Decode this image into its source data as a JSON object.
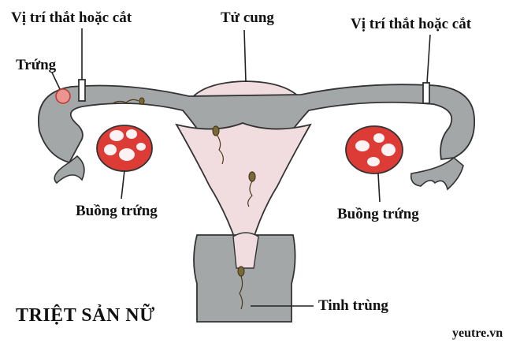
{
  "diagram": {
    "title": "TRIỆT SẢN NỮ",
    "watermark": "yeutre.vn",
    "labels": {
      "ligation_left": "Vị trí thắt hoặc cắt",
      "uterus": "Tử cung",
      "ligation_right": "Vị trí thắt hoặc cắt",
      "egg": "Trứng",
      "ovary_left": "Buồng trứng",
      "ovary_right": "Buồng trứng",
      "sperm": "Tinh trùng"
    }
  },
  "colors": {
    "tube_gray": "#a4a7a8",
    "uterus_pink": "#f1dde0",
    "ovary_red": "#dd3b36",
    "follicle_white": "#fbf3f3",
    "outline": "#333333",
    "text": "#111111"
  }
}
